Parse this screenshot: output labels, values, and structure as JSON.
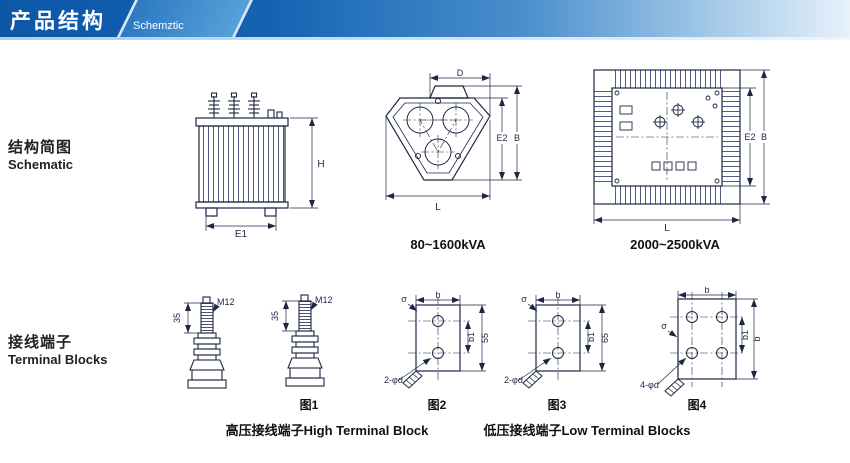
{
  "header": {
    "title": "产品结构",
    "subtitle": "Schemztic"
  },
  "sections": {
    "schematic_zh": "结构简图",
    "schematic_en": "Schematic",
    "terminal_zh": "接线端子",
    "terminal_en": "Terminal Blocks"
  },
  "schematic": {
    "side": {
      "dim_h": "H",
      "dim_e1": "E1"
    },
    "tri": {
      "dim_d": "D",
      "dim_e2": "E2",
      "dim_b": "B",
      "dim_l": "L",
      "caption": "80~1600kVA"
    },
    "square": {
      "dim_e2": "E2",
      "dim_b": "B",
      "dim_l": "L",
      "caption": "2000~2500kVA"
    }
  },
  "terminals": {
    "bolt1": {
      "thread": "M12",
      "len": "35"
    },
    "bolt2": {
      "thread": "M12",
      "len": "35"
    },
    "fig1": "图1",
    "fig2": "图2",
    "fig3": "图3",
    "fig4": "图4",
    "plate2": {
      "b": "b",
      "b1": "b1",
      "h": "55",
      "sigma": "σ",
      "holes": "2-φd"
    },
    "plate3": {
      "b": "b",
      "b1": "b1",
      "h": "65",
      "sigma": "σ",
      "holes": "2-φd"
    },
    "plate4": {
      "b_top": "b",
      "b1": "b1",
      "b_right": "b",
      "sigma": "σ",
      "holes": "4-φd"
    }
  },
  "footers": {
    "high": "高压接线端子High Terminal Block",
    "low": "低压接线端子Low Terminal Blocks"
  }
}
